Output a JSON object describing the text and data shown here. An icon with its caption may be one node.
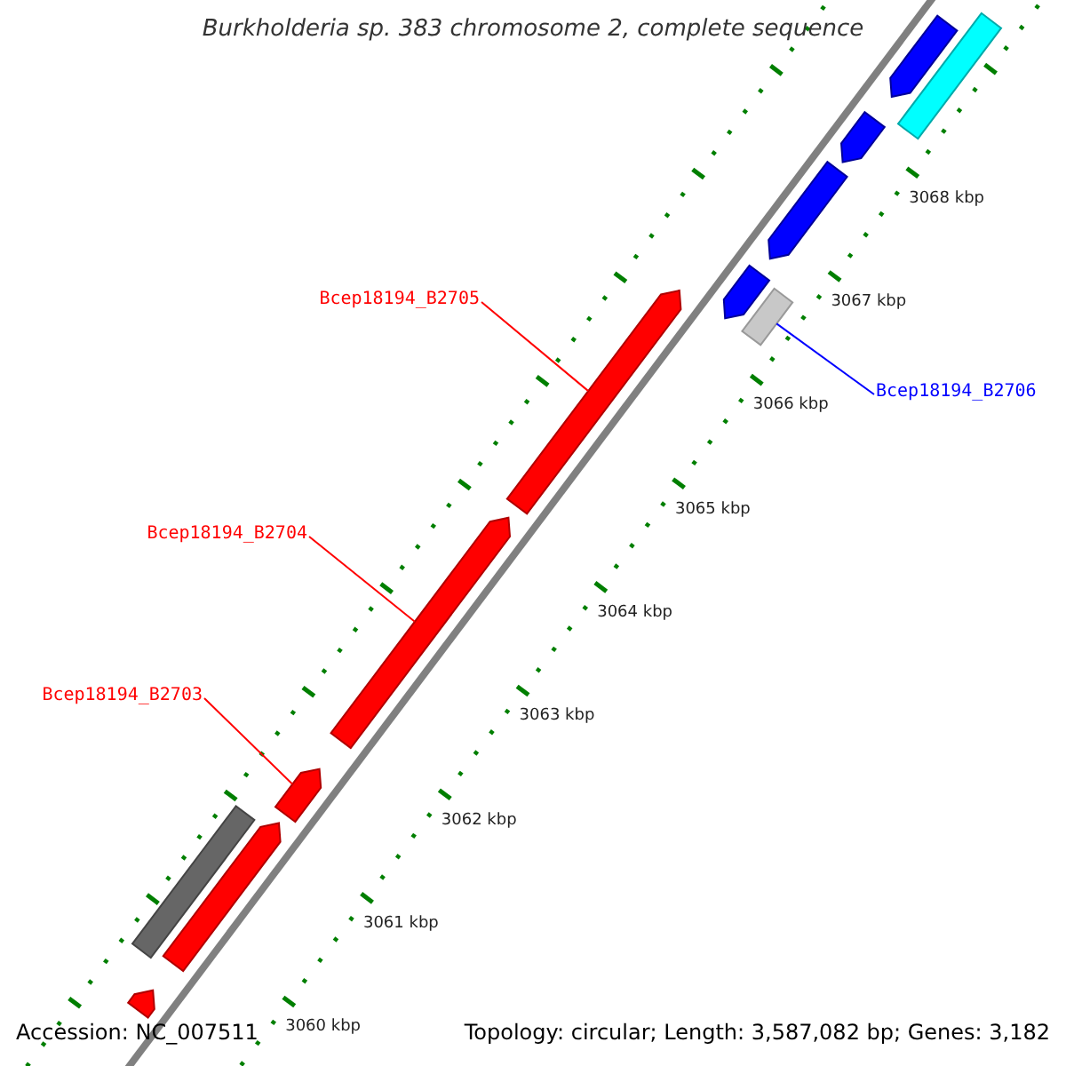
{
  "diagram": {
    "title": "Burkholderia sp. 383 chromosome 2, complete sequence",
    "nodes": [
      {
        "text": [
          "Bcep18194_B2705"
        ]
      },
      {
        "text": [
          "Bcep18194_B2706"
        ]
      },
      {
        "text": [
          "Bcep18194_B2704"
        ]
      },
      {
        "text": [
          "Bcep18194_B2703"
        ]
      },
      {
        "text": [],
        "shape": "pentagon"
      },
      {
        "text": [],
        "shape": "bar"
      },
      {
        "text": [],
        "shape": "pentagon"
      },
      {
        "text": [],
        "shape": "pentagon"
      },
      {
        "text": [],
        "shape": "pentagon"
      },
      {
        "text": [],
        "shape": "pentagon"
      },
      {
        "text": [],
        "shape": "bar"
      },
      {
        "text": [],
        "shape": "pentagon"
      },
      {
        "text": [],
        "shape": "pentagon"
      },
      {
        "text": [],
        "shape": "pentagon"
      },
      {
        "text": [],
        "shape": "pentagon"
      },
      {
        "text": [],
        "shape": "bar"
      }
    ],
    "edges": [
      {
        "from": 0,
        "to": 4,
        "arrow": "none"
      },
      {
        "from": 1,
        "to": 5,
        "arrow": "none",
        "color": "#0000ff"
      },
      {
        "from": 2,
        "to": 6,
        "arrow": "none"
      },
      {
        "from": 3,
        "to": 7,
        "arrow": "none"
      }
    ],
    "labels": [
      "3068 kbp",
      "3067 kbp",
      "3066 kbp",
      "3065 kbp",
      "3064 kbp",
      "3063 kbp",
      "3062 kbp",
      "3061 kbp",
      "3060 kbp",
      "Accession: NC_007511",
      "Topology: circular; Length: 3,587,082 bp; Genes: 3,182"
    ]
  }
}
